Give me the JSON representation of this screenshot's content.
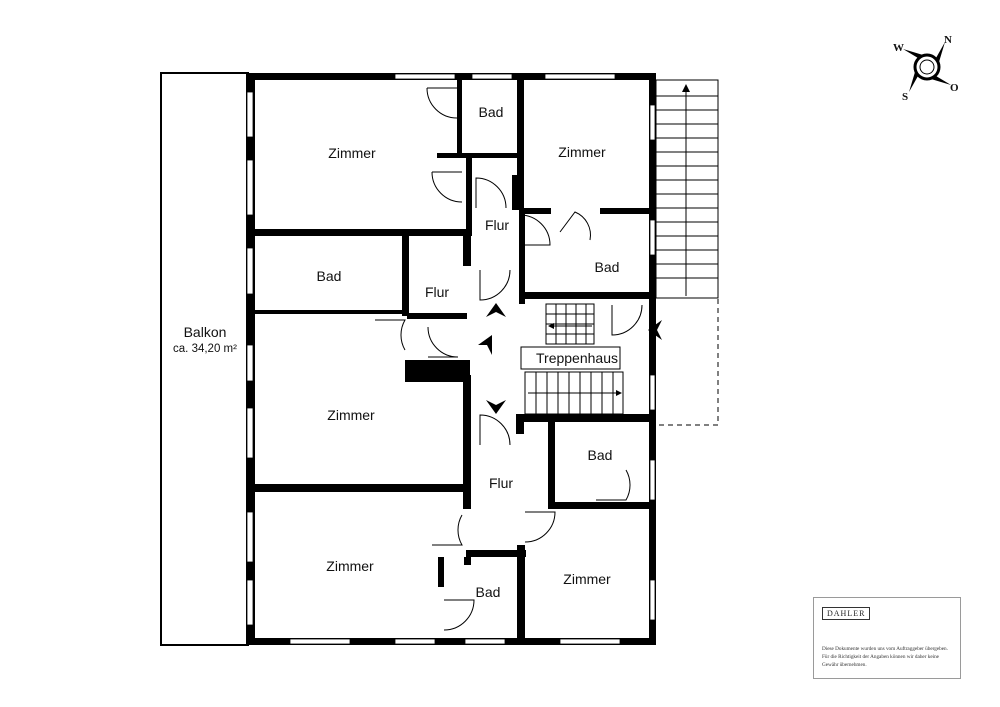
{
  "rooms": {
    "zimmer_top_left": "Zimmer",
    "bad_top_center": "Bad",
    "zimmer_top_right": "Zimmer",
    "flur_upper": "Flur",
    "bad_right_upper": "Bad",
    "bad_left": "Bad",
    "flur_mid": "Flur",
    "treppenhaus": "Treppenhaus",
    "zimmer_mid_left": "Zimmer",
    "bad_right_lower": "Bad",
    "flur_lower": "Flur",
    "zimmer_bottom_left": "Zimmer",
    "bad_bottom_center": "Bad",
    "zimmer_bottom_right": "Zimmer"
  },
  "balcony": {
    "label": "Balkon",
    "area": "ca. 34,20 m²"
  },
  "compass": {
    "north": "N",
    "east": "O",
    "south": "S",
    "west": "W"
  },
  "disclaimer": {
    "logo": "DAHLER",
    "text": "Diese Dokumente wurden uns vom Auftraggeber übergeben. Für die Richtigkeit der Angaben können wir daher keine Gewähr übernehmen."
  }
}
